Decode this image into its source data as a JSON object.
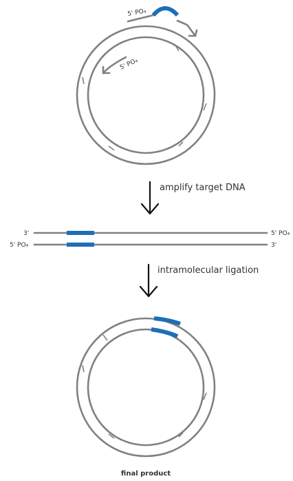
{
  "labels": {
    "top_primer_5p": "5' PO₄",
    "inner_primer_5p": "5' PO₄",
    "step1": "amplify target DNA",
    "strand1_left": "3'",
    "strand1_right": "5' PO₄",
    "strand2_left": "5' PO₄",
    "strand2_right": "3'",
    "step2": "intramolecular ligation",
    "final": "final product"
  },
  "colors": {
    "strand": "#808080",
    "target": "#1c6fb8",
    "arrow": "#111111",
    "text": "#333333"
  }
}
